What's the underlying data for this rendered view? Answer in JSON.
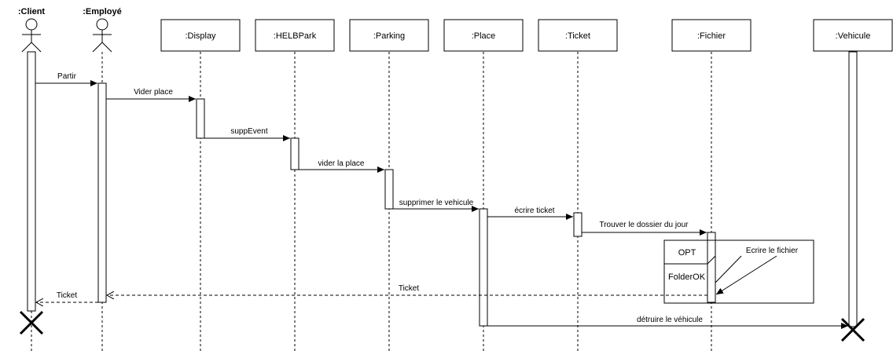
{
  "actors": [
    {
      "id": "client",
      "name": ":Client"
    },
    {
      "id": "employe",
      "name": ":Employé"
    }
  ],
  "objects": [
    {
      "id": "display",
      "name": ":Display"
    },
    {
      "id": "helbpark",
      "name": ":HELBPark"
    },
    {
      "id": "parking",
      "name": ":Parking"
    },
    {
      "id": "place",
      "name": ":Place"
    },
    {
      "id": "ticket",
      "name": ":Ticket"
    },
    {
      "id": "fichier",
      "name": ":Fichier"
    },
    {
      "id": "vehicule",
      "name": ":Vehicule"
    }
  ],
  "messages": [
    {
      "id": "m1",
      "label": "Partir",
      "type": "sync"
    },
    {
      "id": "m2",
      "label": "Vider place",
      "type": "sync"
    },
    {
      "id": "m3",
      "label": "suppEvent",
      "type": "sync"
    },
    {
      "id": "m4",
      "label": "vider la place",
      "type": "sync"
    },
    {
      "id": "m5",
      "label": "supprimer le vehicule",
      "type": "sync"
    },
    {
      "id": "m6",
      "label": "écrire ticket",
      "type": "sync"
    },
    {
      "id": "m7",
      "label": "Trouver le dossier du jour",
      "type": "sync"
    },
    {
      "id": "m8",
      "label": "Ticket",
      "type": "return"
    },
    {
      "id": "m9",
      "label": "Ticket",
      "type": "return"
    },
    {
      "id": "m10",
      "label": "détruire le véhicule",
      "type": "destroy"
    }
  ],
  "fragment": {
    "operator": "OPT",
    "guard": "FolderOK",
    "self_message": "Ecrire le fichier"
  },
  "colors": {
    "line": "#000000",
    "background": "#ffffff"
  }
}
